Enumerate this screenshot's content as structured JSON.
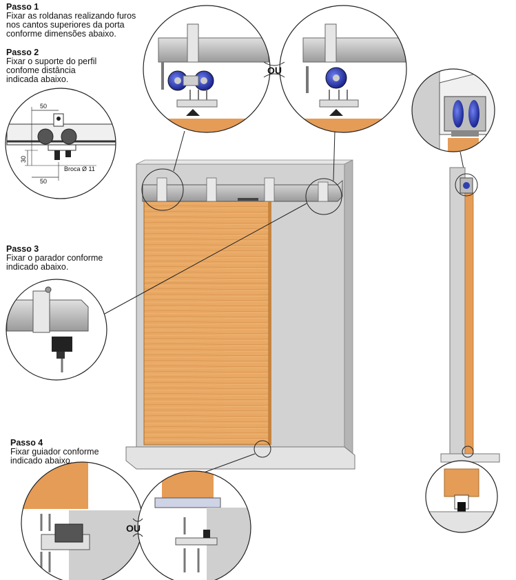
{
  "steps": [
    {
      "title": "Passo 1",
      "desc": "Fixar as roldanas realizando furos\nnos cantos superiores da porta\nconforme dimensões abaixo."
    },
    {
      "title": "Passo 2",
      "desc": "Fixar o suporte do perfil\nconfome distância\nindicada abaixo."
    },
    {
      "title": "Passo 3",
      "desc": "Fixar o parador conforme\nindicado abaixo."
    },
    {
      "title": "Passo 4",
      "desc": "Fixar guiador conforme\nindicado abaixo."
    }
  ],
  "separator_label": "OU",
  "dimensions": {
    "top_width": "50",
    "height": "30",
    "bottom_width": "50",
    "drill": "Broca Ø 11"
  },
  "colors": {
    "wood": "#e8a763",
    "wood_dark": "#c98a48",
    "wall": "#cfcfcf",
    "rail": "#bdbdbd",
    "roller_blue": "#2f3fb0",
    "outline": "#333333"
  }
}
